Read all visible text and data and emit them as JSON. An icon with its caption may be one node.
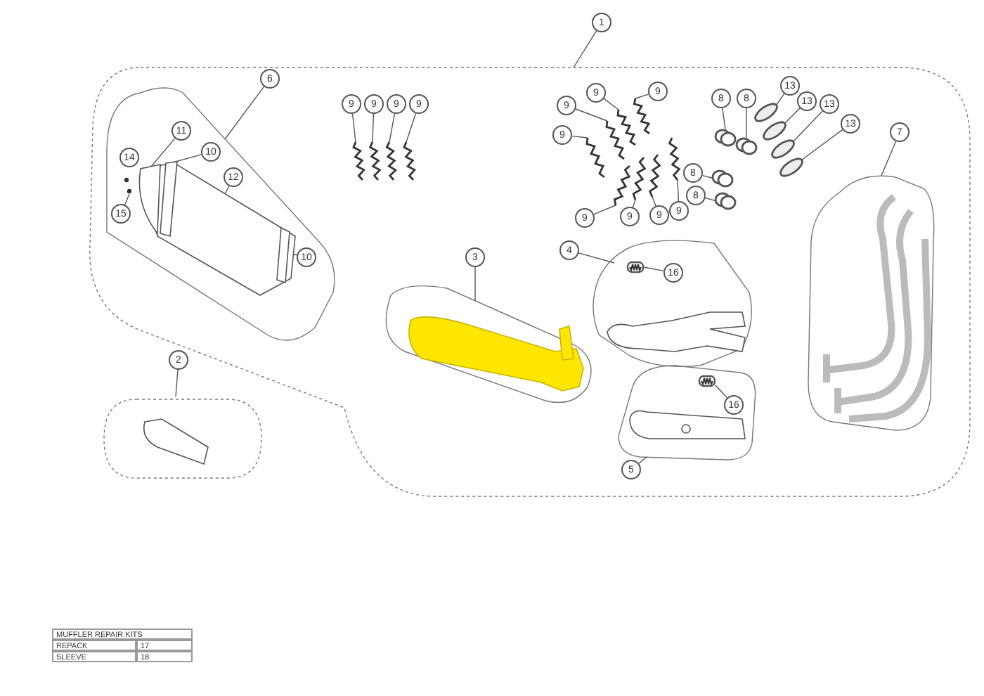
{
  "diagram": {
    "nodes": [
      {
        "text": [
          "1"
        ]
      },
      {
        "text": [],
        "shape": "box"
      },
      {
        "text": [
          "6"
        ],
        "in": 1
      },
      {
        "text": [],
        "shape": "box",
        "in": 1
      },
      {
        "text": [
          "11"
        ],
        "in": 3
      },
      {
        "text": [
          "10"
        ],
        "in": 3
      },
      {
        "text": [
          "12"
        ],
        "in": 3
      },
      {
        "text": [
          "14"
        ],
        "in": 3
      },
      {
        "text": [
          "15"
        ],
        "in": 3
      },
      {
        "text": [
          "10"
        ],
        "in": 3
      },
      {
        "text": [
          "9"
        ],
        "in": 1
      },
      {
        "text": [
          "9"
        ],
        "in": 1
      },
      {
        "text": [
          "9"
        ],
        "in": 1
      },
      {
        "text": [
          "9"
        ],
        "in": 1
      },
      {
        "text": [
          "9"
        ],
        "in": 1
      },
      {
        "text": [
          "9"
        ],
        "in": 1
      },
      {
        "text": [
          "9"
        ],
        "in": 1
      },
      {
        "text": [
          "9"
        ],
        "in": 1
      },
      {
        "text": [
          "9"
        ],
        "in": 1
      },
      {
        "text": [
          "9"
        ],
        "in": 1
      },
      {
        "text": [
          "9"
        ],
        "in": 1
      },
      {
        "text": [
          "9"
        ],
        "in": 1
      },
      {
        "text": [
          "8"
        ],
        "in": 1
      },
      {
        "text": [
          "8"
        ],
        "in": 1
      },
      {
        "text": [
          "8"
        ],
        "in": 1
      },
      {
        "text": [
          "8"
        ],
        "in": 1
      },
      {
        "text": [
          "13"
        ],
        "in": 1
      },
      {
        "text": [
          "13"
        ],
        "in": 1
      },
      {
        "text": [
          "13"
        ],
        "in": 1
      },
      {
        "text": [
          "13"
        ],
        "in": 1
      },
      {
        "text": [
          "7"
        ],
        "in": 1
      },
      {
        "text": [],
        "shape": "box",
        "in": 1
      },
      {
        "text": [
          "3"
        ],
        "in": 1
      },
      {
        "text": [],
        "shape": "box",
        "in": 1
      },
      {
        "text": [
          "4"
        ],
        "in": 1
      },
      {
        "text": [],
        "shape": "box",
        "in": 1
      },
      {
        "text": [
          "16"
        ],
        "in": 35
      },
      {
        "text": [],
        "shape": "box",
        "in": 1
      },
      {
        "text": [
          "16"
        ],
        "in": 37
      },
      {
        "text": [
          "5"
        ],
        "in": 1
      },
      {
        "text": [
          "2"
        ]
      },
      {
        "text": [],
        "shape": "box"
      },
      {
        "text": [],
        "shape": "picture",
        "in": 3
      },
      {
        "text": [],
        "shape": "picture",
        "in": 42
      },
      {
        "text": [],
        "shape": "picture",
        "in": 42
      },
      {
        "text": [],
        "shape": "picture",
        "in": 42
      },
      {
        "text": [],
        "shape": "circle",
        "in": 3
      },
      {
        "text": [],
        "shape": "circle",
        "in": 3
      },
      {
        "text": [],
        "shape": "picture",
        "in": 1
      },
      {
        "text": [],
        "shape": "picture",
        "in": 1
      },
      {
        "text": [],
        "shape": "picture",
        "in": 1
      },
      {
        "text": [],
        "shape": "picture",
        "in": 1
      },
      {
        "text": [],
        "shape": "picture",
        "in": 1
      },
      {
        "text": [],
        "shape": "picture",
        "in": 1
      },
      {
        "text": [],
        "shape": "picture",
        "in": 1
      },
      {
        "text": [],
        "shape": "picture",
        "in": 1
      },
      {
        "text": [],
        "shape": "picture",
        "in": 1
      },
      {
        "text": [],
        "shape": "picture",
        "in": 1
      },
      {
        "text": [],
        "shape": "picture",
        "in": 1
      },
      {
        "text": [],
        "shape": "picture",
        "in": 1
      },
      {
        "text": [],
        "shape": "circle",
        "in": 1
      },
      {
        "text": [],
        "shape": "circle",
        "in": 1
      },
      {
        "text": [],
        "shape": "circle",
        "in": 1
      },
      {
        "text": [],
        "shape": "circle",
        "in": 1
      },
      {
        "text": [],
        "shape": "circle",
        "in": 1
      },
      {
        "text": [],
        "shape": "circle",
        "in": 1
      },
      {
        "text": [],
        "shape": "circle",
        "in": 1
      },
      {
        "text": [],
        "shape": "circle",
        "in": 1
      },
      {
        "text": [],
        "shape": "picture",
        "in": 35
      },
      {
        "text": [],
        "shape": "picture",
        "in": 37
      }
    ],
    "edges": [
      {
        "from": 0,
        "to": 1,
        "arrow": "none"
      },
      {
        "from": 2,
        "to": 3,
        "arrow": "none"
      },
      {
        "from": 4,
        "to": 43,
        "arrow": "none"
      },
      {
        "from": 5,
        "to": 44,
        "arrow": "none"
      },
      {
        "from": 6,
        "to": 42,
        "arrow": "none"
      },
      {
        "from": 8,
        "to": 47,
        "arrow": "none"
      },
      {
        "from": 9,
        "to": 45,
        "arrow": "none"
      },
      {
        "from": 10,
        "to": 48,
        "arrow": "none"
      },
      {
        "from": 11,
        "to": 49,
        "arrow": "none"
      },
      {
        "from": 12,
        "to": 50,
        "arrow": "none"
      },
      {
        "from": 13,
        "to": 51,
        "arrow": "none"
      },
      {
        "from": 14,
        "to": 52,
        "arrow": "none"
      },
      {
        "from": 15,
        "to": 53,
        "arrow": "none"
      },
      {
        "from": 16,
        "to": 54,
        "arrow": "none"
      },
      {
        "from": 17,
        "to": 55,
        "arrow": "none"
      },
      {
        "from": 18,
        "to": 56,
        "arrow": "none"
      },
      {
        "from": 19,
        "to": 57,
        "arrow": "none"
      },
      {
        "from": 20,
        "to": 58,
        "arrow": "none"
      },
      {
        "from": 21,
        "to": 59,
        "arrow": "none"
      },
      {
        "from": 22,
        "to": 60,
        "arrow": "none"
      },
      {
        "from": 23,
        "to": 61,
        "arrow": "none"
      },
      {
        "from": 24,
        "to": 62,
        "arrow": "none"
      },
      {
        "from": 25,
        "to": 63,
        "arrow": "none"
      },
      {
        "from": 26,
        "to": 64,
        "arrow": "none"
      },
      {
        "from": 27,
        "to": 65,
        "arrow": "none"
      },
      {
        "from": 28,
        "to": 66,
        "arrow": "none"
      },
      {
        "from": 29,
        "to": 67,
        "arrow": "none"
      },
      {
        "from": 30,
        "to": 31,
        "arrow": "none"
      },
      {
        "from": 32,
        "to": 33,
        "arrow": "none"
      },
      {
        "from": 34,
        "to": 35,
        "arrow": "none"
      },
      {
        "from": 36,
        "to": 68,
        "arrow": "none"
      },
      {
        "from": 38,
        "to": 69,
        "arrow": "none"
      },
      {
        "from": 39,
        "to": 37,
        "arrow": "none"
      },
      {
        "from": 40,
        "to": 41,
        "arrow": "none"
      }
    ],
    "labels": [
      "MUFFLER REPAIR KITS",
      "REPACK",
      "17",
      "SLEEVE",
      "18"
    ]
  }
}
